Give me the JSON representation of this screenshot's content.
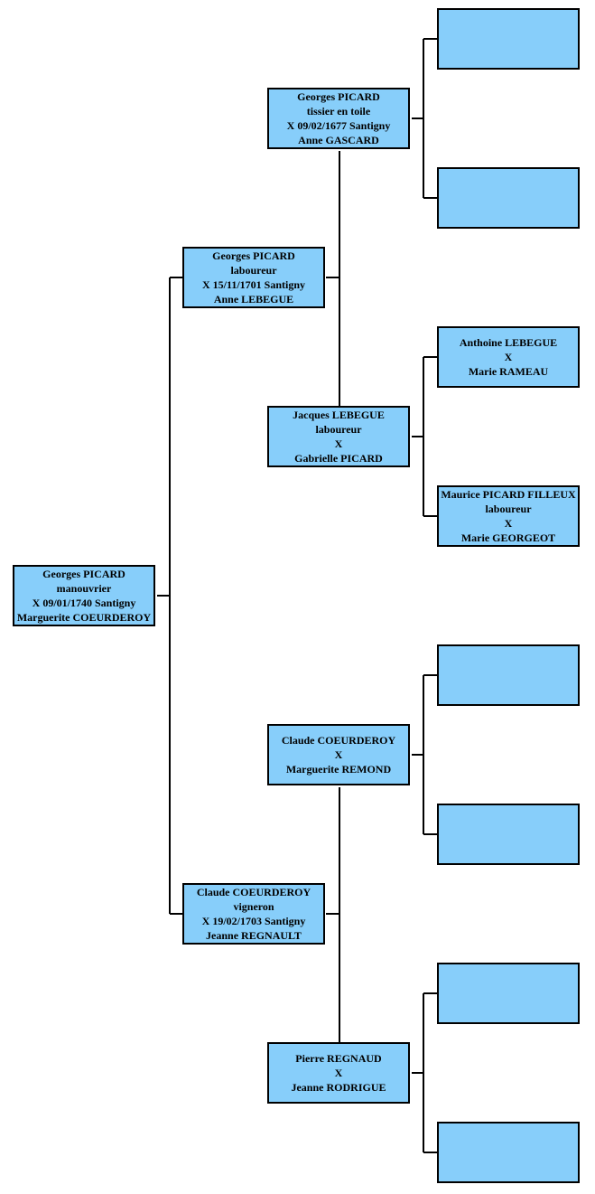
{
  "tree": {
    "root": {
      "lines": [
        "Georges PICARD",
        "manouvrier",
        "X  09/01/1740  Santigny",
        "Marguerite COEURDEROY"
      ]
    },
    "gen2": [
      {
        "lines": [
          "Georges PICARD",
          "laboureur",
          "X  15/11/1701  Santigny",
          "Anne LEBEGUE"
        ]
      },
      {
        "lines": [
          "Claude COEURDEROY",
          "vigneron",
          "X  19/02/1703  Santigny",
          "Jeanne REGNAULT"
        ]
      }
    ],
    "gen3": [
      {
        "lines": [
          "Georges PICARD",
          "tissier en toile",
          "X  09/02/1677  Santigny",
          "Anne GASCARD"
        ]
      },
      {
        "lines": [
          "Jacques LEBEGUE",
          "laboureur",
          "X",
          "Gabrielle PICARD"
        ]
      },
      {
        "lines": [
          "Claude COEURDEROY",
          "X",
          "Marguerite REMOND"
        ]
      },
      {
        "lines": [
          "Pierre REGNAUD",
          "X",
          "Jeanne RODRIGUE"
        ]
      }
    ],
    "gen4": [
      {
        "lines": []
      },
      {
        "lines": []
      },
      {
        "lines": [
          "Anthoine LEBEGUE",
          "X",
          "Marie RAMEAU"
        ]
      },
      {
        "lines": [
          "Maurice PICARD FILLEUX",
          "laboureur",
          "X",
          "Marie GEORGEOT"
        ]
      },
      {
        "lines": []
      },
      {
        "lines": []
      },
      {
        "lines": []
      },
      {
        "lines": []
      }
    ]
  },
  "colors": {
    "box_fill": "#87cefa",
    "border": "#000000"
  }
}
